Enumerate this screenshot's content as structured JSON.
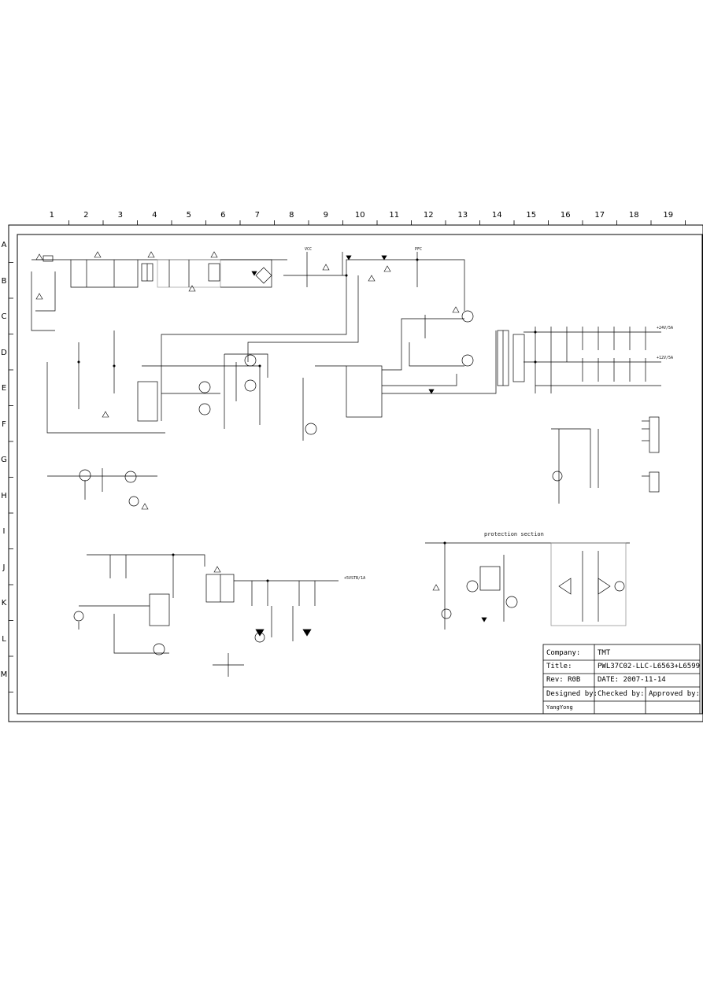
{
  "columns": [
    "1",
    "2",
    "3",
    "4",
    "5",
    "6",
    "7",
    "8",
    "9",
    "10",
    "11",
    "12",
    "13",
    "14",
    "15",
    "16",
    "17",
    "18",
    "19"
  ],
  "rows": [
    "A",
    "B",
    "C",
    "D",
    "E",
    "F",
    "G",
    "H",
    "I",
    "J",
    "K",
    "L",
    "M"
  ],
  "sections": {
    "protection": "protection   section"
  },
  "net_labels": {
    "out_24v": "+24V/5A",
    "out_12v": "+12V/5A",
    "out_5vstb": "+5VSTB/1A",
    "vcc": "VCC",
    "pfc": "PFC"
  },
  "title_block": {
    "company_label": "Company:",
    "company_value": "TMT",
    "title_label": "Title:",
    "title_value": "PWL37C02-LLC-L6563+L6599",
    "rev_label": "Rev: R0B",
    "date_label": "DATE: 2007-11-14",
    "designed_label": "Designed by:",
    "checked_label": "Checked by:",
    "approved_label": "Approved by:",
    "designer": "YangYong"
  }
}
